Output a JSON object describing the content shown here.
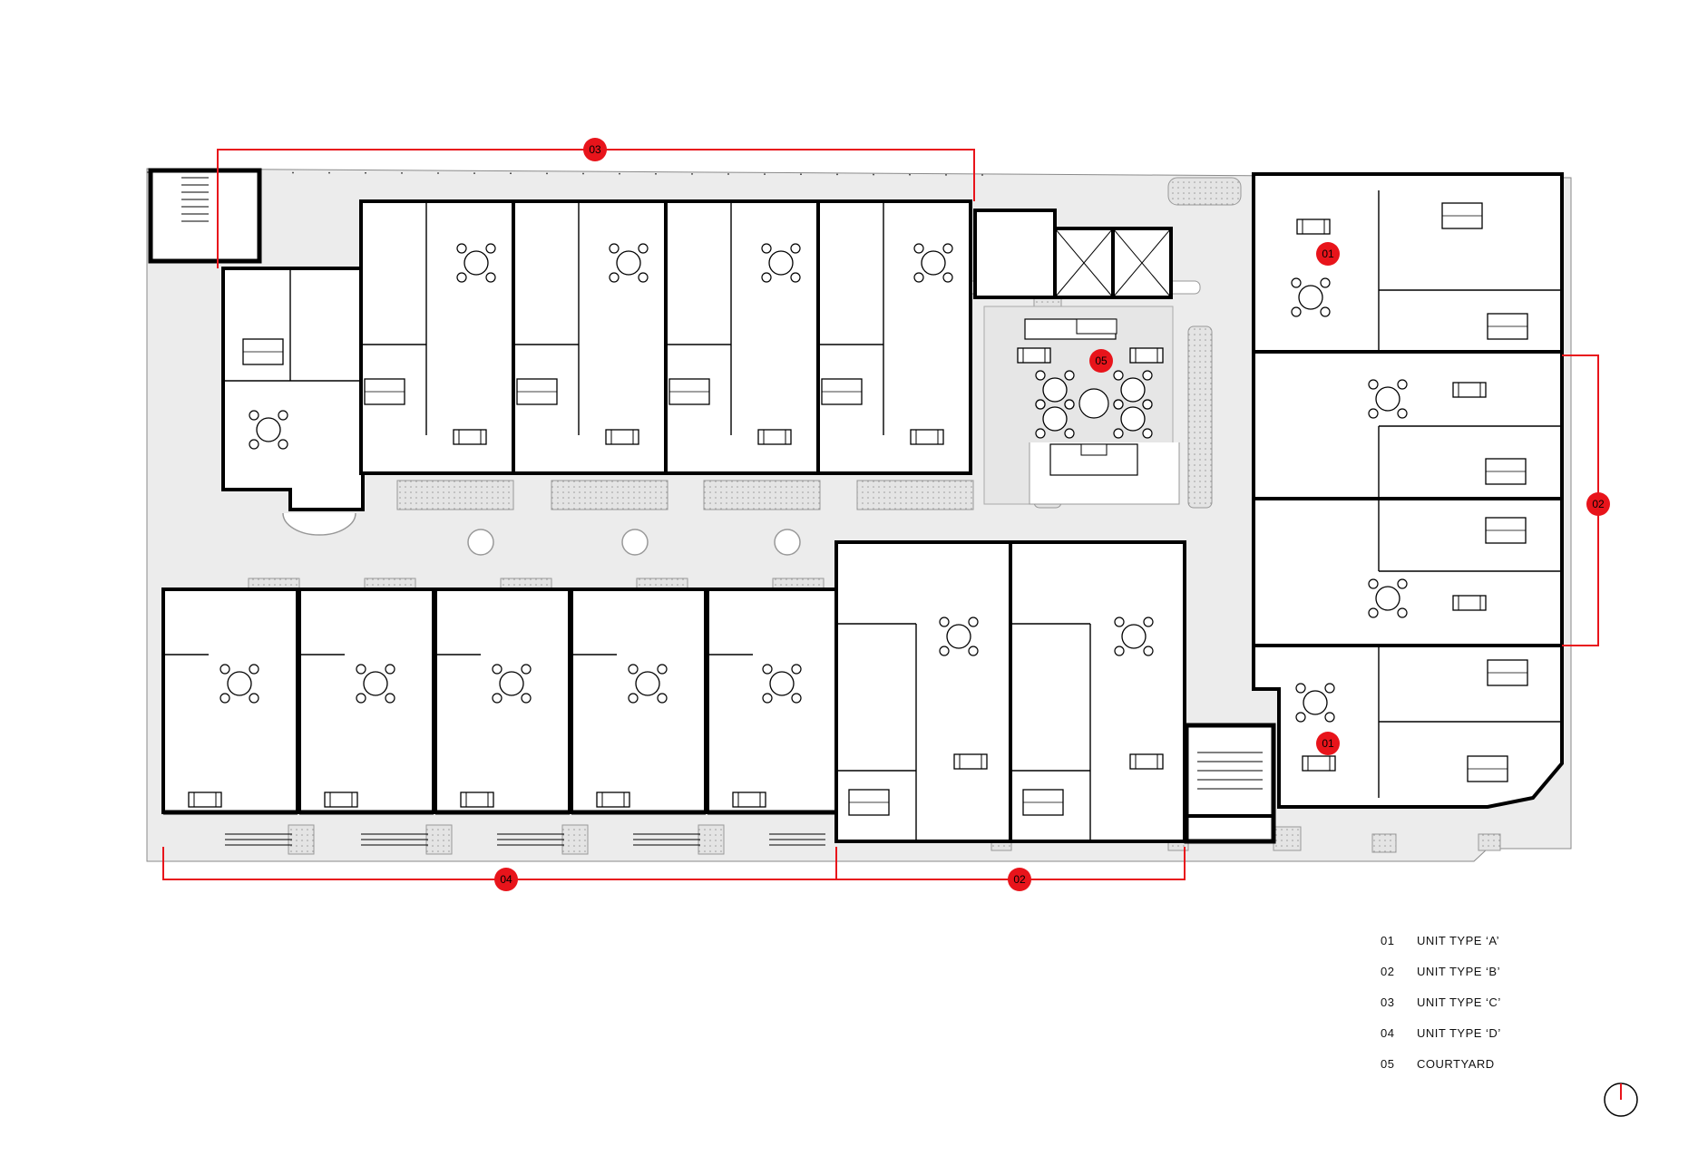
{
  "plan": {
    "colors": {
      "accent": "#e8141b",
      "wall": "#000000",
      "corridor": "#ececec",
      "planter": "#dcdcdc"
    },
    "tags": [
      {
        "id": "tag-03-top",
        "label": "03"
      },
      {
        "id": "tag-05-courtyard",
        "label": "05"
      },
      {
        "id": "tag-01-upper",
        "label": "01"
      },
      {
        "id": "tag-01-lower",
        "label": "01"
      },
      {
        "id": "tag-02-right",
        "label": "02"
      },
      {
        "id": "tag-04-bottom",
        "label": "04"
      },
      {
        "id": "tag-02-bottom",
        "label": "02"
      }
    ]
  },
  "legend": {
    "items": [
      {
        "num": "01",
        "label": "UNIT TYPE ‘A’"
      },
      {
        "num": "02",
        "label": "UNIT TYPE ‘B’"
      },
      {
        "num": "03",
        "label": "UNIT TYPE ‘C’"
      },
      {
        "num": "04",
        "label": "UNIT TYPE ‘D’"
      },
      {
        "num": "05",
        "label": "COURTYARD"
      }
    ]
  },
  "north_arrow": {
    "icon": "north-arrow-icon"
  }
}
